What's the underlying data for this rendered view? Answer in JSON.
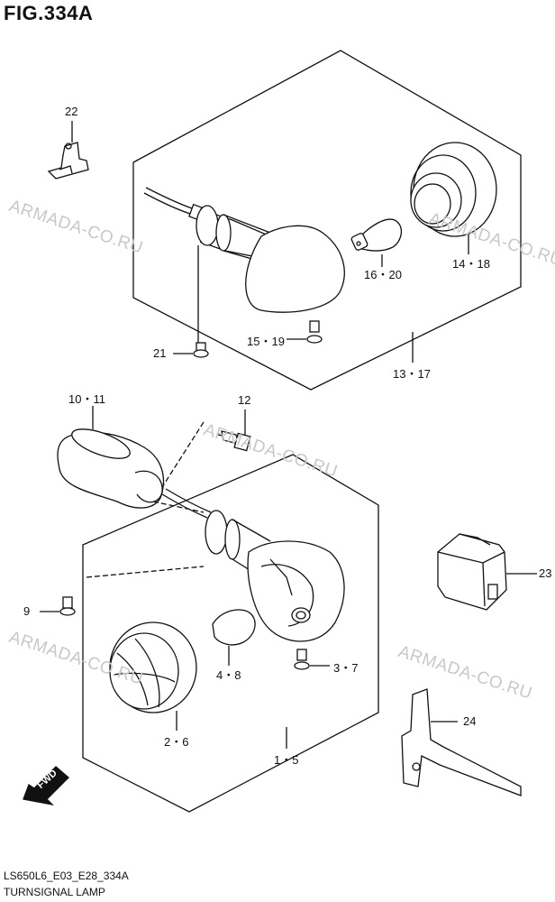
{
  "figure": {
    "title": "FIG.334A",
    "model_code": "LS650L6_E03_E28_334A",
    "description": "TURNSIGNAL LAMP"
  },
  "watermark": "ARMADA-CO.RU",
  "labels": {
    "p22": "22",
    "p16_20": "16・20",
    "p14_18": "14・18",
    "p21": "21",
    "p15_19": "15・19",
    "p13_17": "13・17",
    "p10_11": "10・11",
    "p12": "12",
    "p23": "23",
    "p9": "9",
    "p4_8": "4・8",
    "p3_7": "3・7",
    "p24": "24",
    "p2_6": "2・6",
    "p1_5": "1・5"
  },
  "fwd_label": "FWD",
  "colors": {
    "line": "#111111",
    "watermark": "#c8c8c8"
  }
}
